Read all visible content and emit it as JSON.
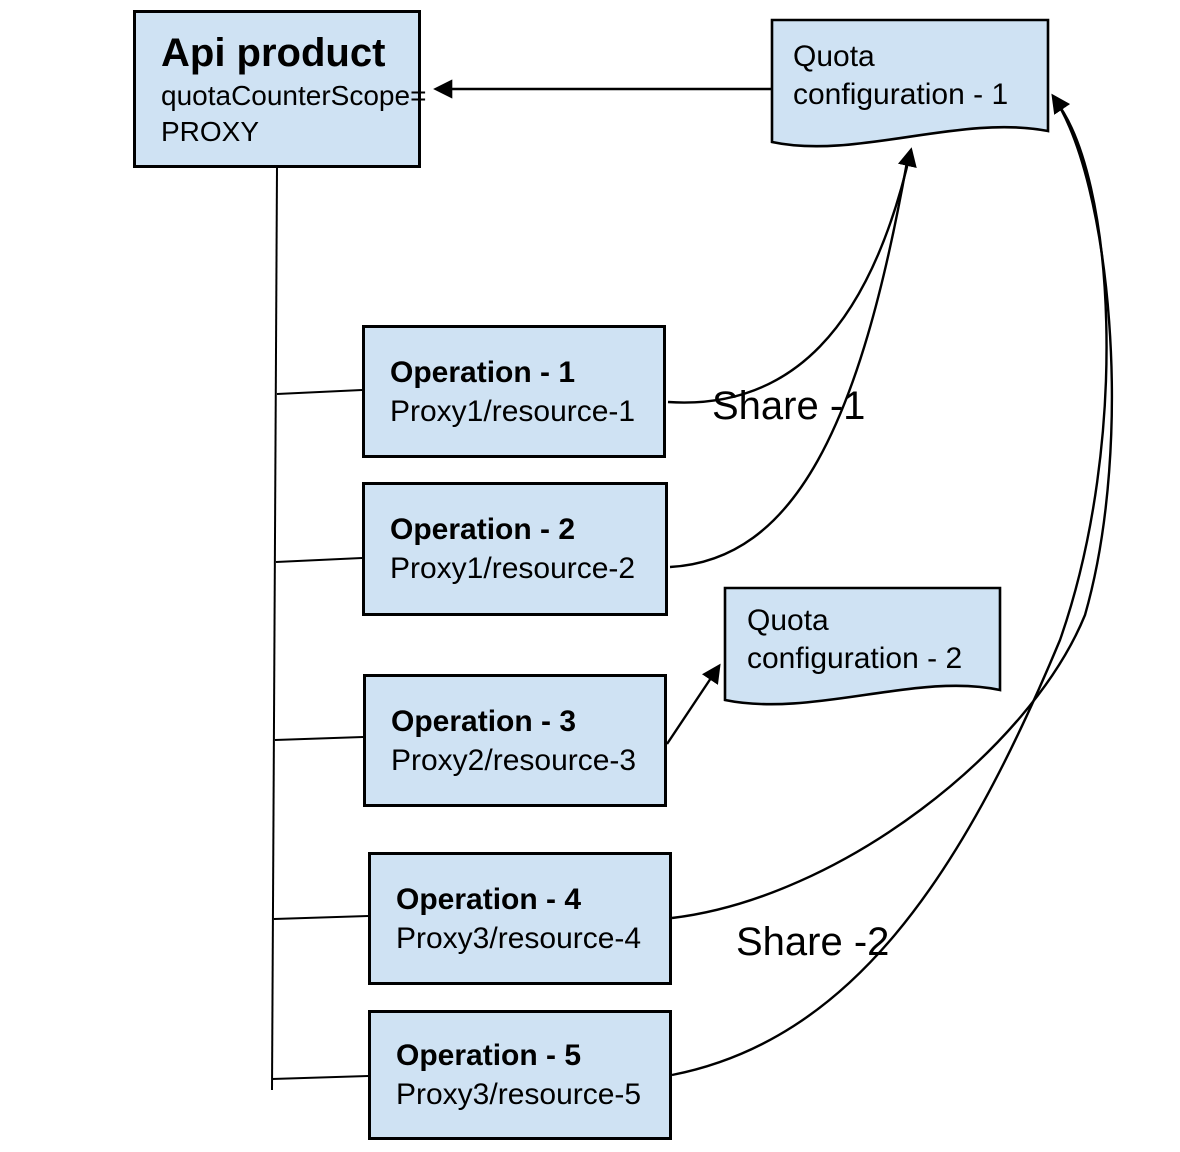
{
  "diagram": {
    "colors": {
      "node_fill": "#cfe2f3",
      "stroke": "#000000"
    },
    "api_product": {
      "title": "Api product",
      "attribute_line1": "quotaCounterScope=",
      "attribute_line2": "PROXY"
    },
    "quota_configurations": [
      {
        "line1": "Quota",
        "line2": "configuration - 1"
      },
      {
        "line1": "Quota",
        "line2": "configuration - 2"
      }
    ],
    "operations": [
      {
        "title": "Operation - 1",
        "resource": "Proxy1/resource-1"
      },
      {
        "title": "Operation - 2",
        "resource": "Proxy1/resource-2"
      },
      {
        "title": "Operation - 3",
        "resource": "Proxy2/resource-3"
      },
      {
        "title": "Operation - 4",
        "resource": "Proxy3/resource-4"
      },
      {
        "title": "Operation - 5",
        "resource": "Proxy3/resource-5"
      }
    ],
    "edge_labels": {
      "share_1": "Share -1",
      "share_2": "Share -2"
    }
  }
}
